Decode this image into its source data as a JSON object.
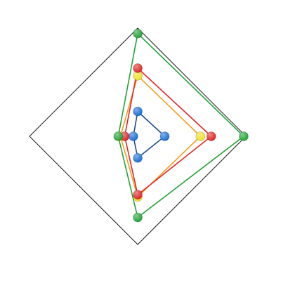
{
  "chart_data": {
    "type": "radar",
    "axes": [
      "top",
      "right",
      "bottom",
      "left"
    ],
    "range": [
      0,
      10
    ],
    "grid": false,
    "frame": "diamond",
    "legend": "none",
    "series": [
      {
        "color": "#1a6fd6",
        "line_color": "#1f4e8c",
        "values": [
          2.3,
          2.5,
          2.0,
          0.4
        ]
      },
      {
        "color": "#f2e02a",
        "line_color": "#f0a020",
        "values": [
          5.6,
          5.8,
          5.6,
          1.6
        ]
      },
      {
        "color": "#e02626",
        "line_color": "#e02626",
        "values": [
          6.3,
          6.8,
          5.4,
          1.2
        ]
      },
      {
        "color": "#21a336",
        "line_color": "#21a336",
        "values": [
          9.5,
          9.8,
          7.5,
          1.8
        ]
      }
    ]
  }
}
